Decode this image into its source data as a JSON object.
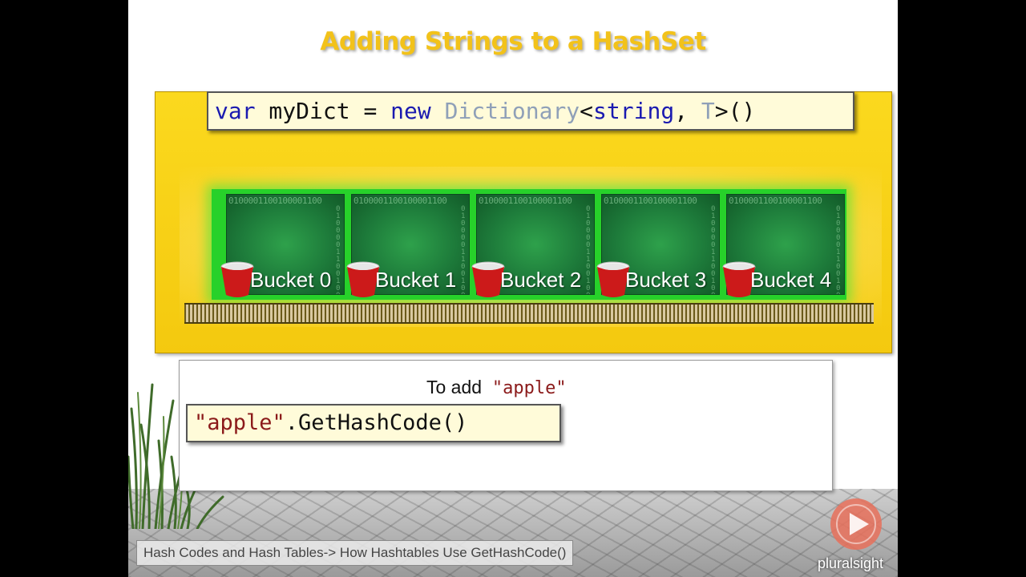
{
  "slide": {
    "title": "Adding Strings to a HashSet",
    "code_top": {
      "var": "var",
      "name": " myDict = ",
      "new": "new",
      "space": " ",
      "type": "Dictionary",
      "open": "<",
      "string": "string",
      "comma": ", ",
      "T": "T",
      "close": ">()"
    },
    "chip_bits": "0100001100100001100",
    "buckets": [
      "Bucket 0",
      "Bucket 1",
      "Bucket 2",
      "Bucket 3",
      "Bucket 4"
    ],
    "to_add_label": "To add  ",
    "to_add_value": "\"apple\"",
    "hash_code": {
      "literal": "\"apple\"",
      "method": ".GetHashCode()"
    },
    "footer": "Hash Codes and Hash Tables-> How Hashtables Use GetHashCode()",
    "logo": "pluralsight"
  },
  "colors": {
    "title": "#f2c21a",
    "panel": "#f8d316",
    "board": "#27d12a",
    "keyword": "#1a1ab0",
    "type": "#8fa0b8",
    "string": "#8b1a1a",
    "cup": "#cc1a1a",
    "logo": "#e8705a"
  }
}
